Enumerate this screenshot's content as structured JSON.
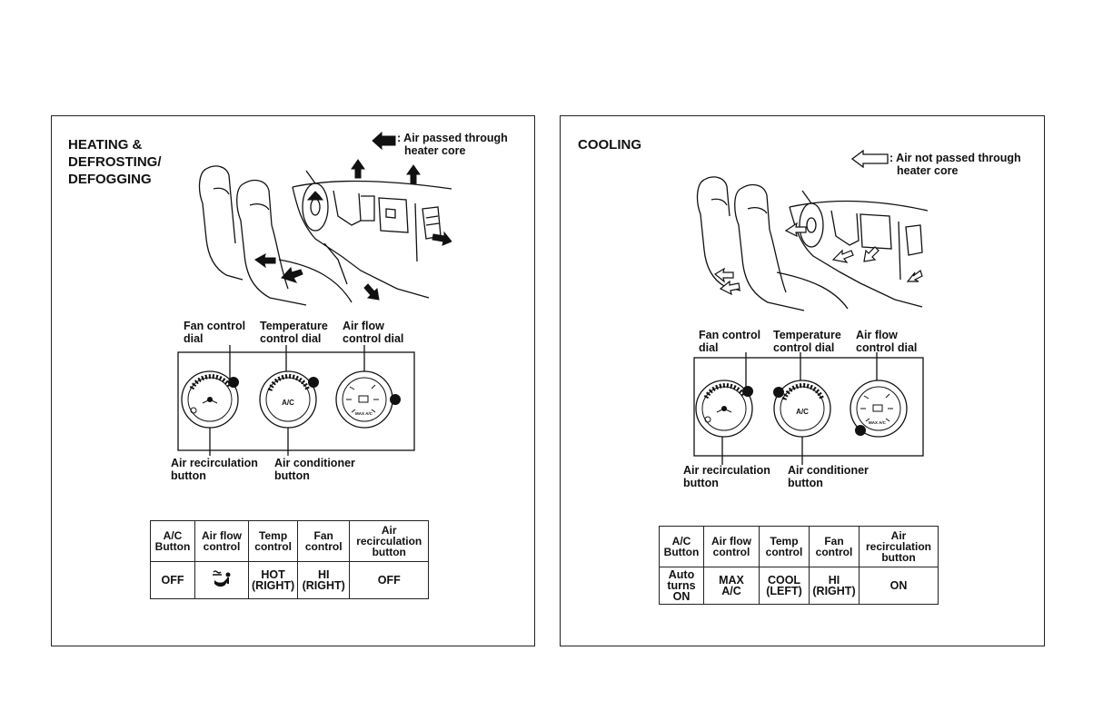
{
  "left": {
    "title_lines": [
      "HEATING &",
      "DEFROSTING/",
      "DEFOGGING"
    ],
    "legend_lines": [
      ": Air passed through",
      "heater core"
    ],
    "labels": {
      "fan_dial": [
        "Fan control",
        "dial"
      ],
      "temp_dial": [
        "Temperature",
        "control dial"
      ],
      "airflow_dial": [
        "Air flow",
        "control dial"
      ],
      "recirc_button": [
        "Air recirculation",
        "button"
      ],
      "ac_button": [
        "Air conditioner",
        "button"
      ],
      "ac_text": "A/C",
      "max_ac_text": "MAX A/C"
    },
    "table": {
      "headers": [
        [
          "A/C",
          "Button"
        ],
        [
          "Air flow",
          "control"
        ],
        [
          "Temp",
          "control"
        ],
        [
          "Fan",
          "control"
        ],
        [
          "Air",
          "recirculation",
          "button"
        ]
      ],
      "values": [
        [
          "OFF"
        ],
        [],
        [
          "HOT",
          "(RIGHT)"
        ],
        [
          "HI",
          "(RIGHT)"
        ],
        [
          "OFF"
        ]
      ],
      "airflow_icon": "foot-and-defrost-icon"
    }
  },
  "right": {
    "title_lines": [
      "COOLING"
    ],
    "legend_lines": [
      ": Air not passed through",
      "heater core"
    ],
    "labels": {
      "fan_dial": [
        "Fan control",
        "dial"
      ],
      "temp_dial": [
        "Temperature",
        "control dial"
      ],
      "airflow_dial": [
        "Air flow",
        "control dial"
      ],
      "recirc_button": [
        "Air recirculation",
        "button"
      ],
      "ac_button": [
        "Air conditioner",
        "button"
      ],
      "ac_text": "A/C",
      "max_ac_text": "MAX A/C"
    },
    "table": {
      "headers": [
        [
          "A/C",
          "Button"
        ],
        [
          "Air flow",
          "control"
        ],
        [
          "Temp",
          "control"
        ],
        [
          "Fan",
          "control"
        ],
        [
          "Air",
          "recirculation",
          "button"
        ]
      ],
      "values": [
        [
          "Auto",
          "turns",
          "ON"
        ],
        [
          "MAX",
          "A/C"
        ],
        [
          "COOL",
          "(LEFT)"
        ],
        [
          "HI",
          "(RIGHT)"
        ],
        [
          "ON"
        ]
      ]
    }
  },
  "colors": {
    "ink": "#111111",
    "arrow_filled": "#111111",
    "arrow_outline": "#ffffff"
  }
}
